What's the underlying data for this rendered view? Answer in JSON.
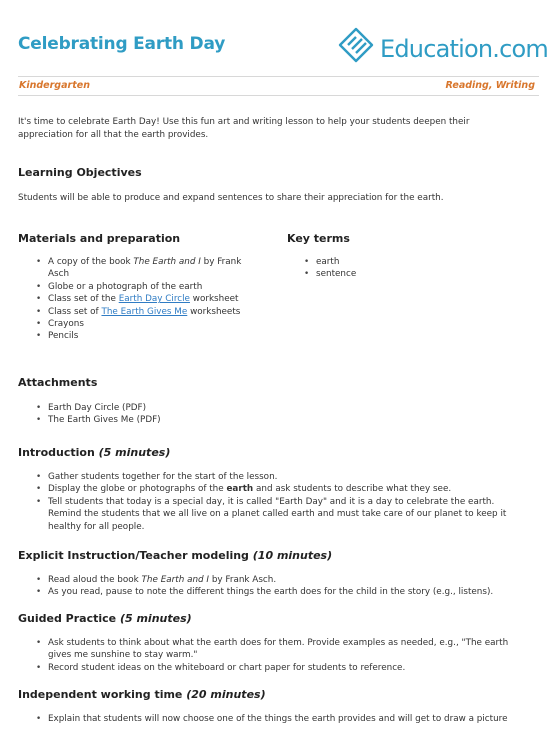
{
  "header": {
    "title": "Celebrating Earth Day",
    "logo_text": "Education.com",
    "grade": "Kindergarten",
    "subjects": "Reading, Writing"
  },
  "intro_text_1": "It's time to celebrate Earth Day! Use this fun art and writing lesson to help your students deepen their",
  "intro_text_2": "appreciation for all that the earth provides.",
  "learning_objectives": {
    "heading": "Learning Objectives",
    "text": "Students will be able to produce and expand sentences to share their appreciation for the earth."
  },
  "materials": {
    "heading": "Materials and preparation",
    "book_prefix": "A copy of the book ",
    "book_title": "The Earth and I",
    "book_suffix": " by Frank",
    "book_suffix_2": "Asch",
    "globe": "Globe or a photograph of the earth",
    "class_set_1_prefix": "Class set of the ",
    "class_set_1_link": "Earth Day Circle",
    "class_set_1_suffix": " worksheet",
    "class_set_2_prefix": "Class set of ",
    "class_set_2_link": "The Earth Gives Me",
    "class_set_2_suffix": " worksheets",
    "crayons": "Crayons",
    "pencils": "Pencils"
  },
  "key_terms": {
    "heading": "Key terms",
    "items": [
      "earth",
      "sentence"
    ]
  },
  "attachments": {
    "heading": "Attachments",
    "items": [
      "Earth Day Circle (PDF)",
      "The Earth Gives Me (PDF)"
    ]
  },
  "introduction": {
    "heading": "Introduction",
    "time": "(5 minutes)",
    "item1": "Gather students together for the start of the lesson.",
    "item2_prefix": "Display the globe or photographs of the ",
    "item2_bold": "earth",
    "item2_suffix": " and ask students to describe what they see.",
    "item3_line1": "Tell students that today is a special day, it is called \"Earth Day\" and it is a day to celebrate the earth.",
    "item3_line2": "Remind the students that we all live on a planet called earth and must take care of our planet to keep it",
    "item3_line3": "healthy for all people."
  },
  "explicit": {
    "heading": "Explicit Instruction/Teacher modeling",
    "time": "(10 minutes)",
    "item1_prefix": "Read aloud the book ",
    "item1_title": "The Earth and I",
    "item1_suffix": " by Frank Asch.",
    "item2": "As you read, pause to note the different things the earth does for the child in the story (e.g., listens)."
  },
  "guided": {
    "heading": "Guided Practice",
    "time": "(5 minutes)",
    "item1_line1": "Ask students to think about what the earth does for them. Provide examples as needed, e.g., \"The earth",
    "item1_line2": "gives me sunshine to stay warm.\"",
    "item2": "Record student ideas on the whiteboard or chart paper for students to reference."
  },
  "independent": {
    "heading": "Independent working time",
    "time": "(20 minutes)",
    "item1": "Explain that students will now choose one of the things the earth provides and will get to draw a picture"
  },
  "colors": {
    "brand": "#2f9cc4",
    "meta": "#d8762c",
    "link": "#2f7cc4"
  }
}
